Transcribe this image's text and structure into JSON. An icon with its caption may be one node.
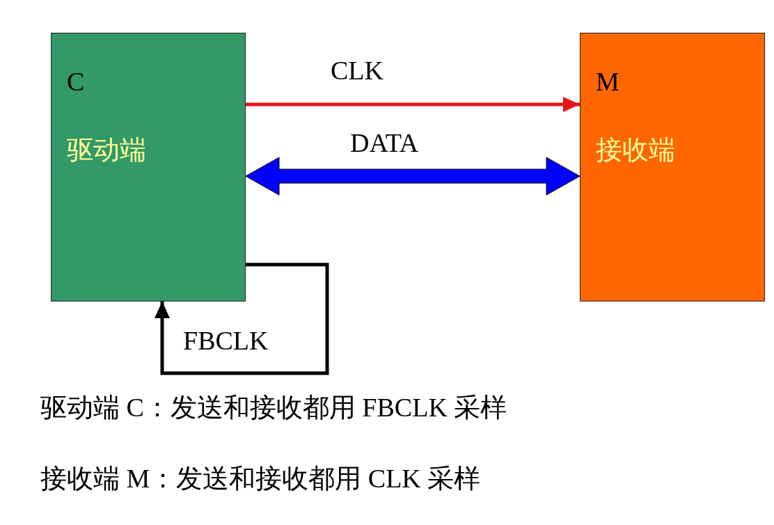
{
  "diagram": {
    "nodes": [
      {
        "text": [
          "C",
          "驱动端"
        ]
      },
      {
        "text": [
          "M",
          "接收端"
        ]
      }
    ],
    "edges": [
      {
        "from": 0,
        "to": 1,
        "arrow": "to",
        "label": "CLK",
        "color": "#e8141c"
      },
      {
        "from": 0,
        "to": 1,
        "arrow": "both",
        "label": "DATA",
        "style": "thick",
        "color": "#0000ff"
      },
      {
        "from": 0,
        "to": 0,
        "arrow": "to",
        "label": "FBCLK",
        "color": "#000000"
      }
    ],
    "labels": [
      "驱动端 C：发送和接收都用 FBCLK 采样",
      "接收端 M：发送和接收都用 CLK 采样"
    ]
  }
}
